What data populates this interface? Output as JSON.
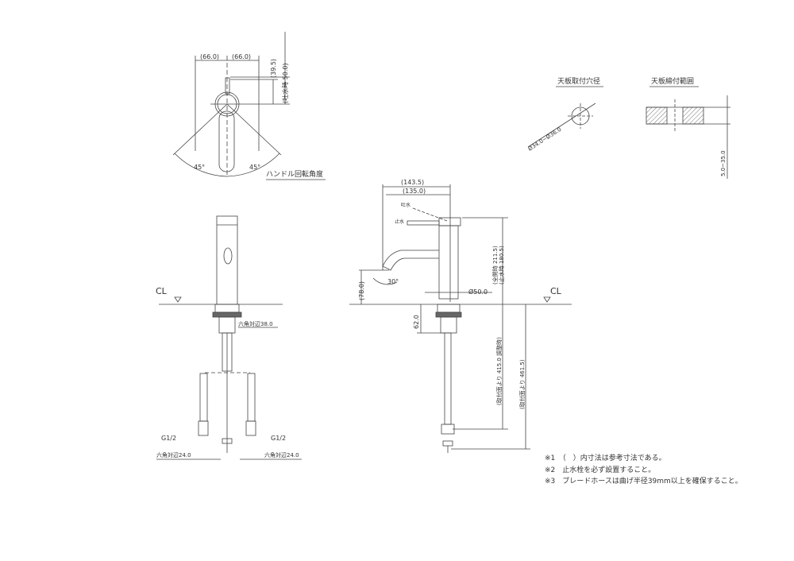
{
  "top_view": {
    "dim_left": "(66.0)",
    "dim_right": "(66.0)",
    "dim_v1": "(39.5)",
    "dim_v2": "(吐水時 50.0)",
    "angle_left": "45°",
    "angle_right": "45°",
    "caption": "ハンドル回転角度"
  },
  "front_view": {
    "cl_label": "CL",
    "hex_38": "六角対辺38.0",
    "g_left": "G1/2",
    "g_right": "G1/2",
    "hex_24_left": "六角対辺24.0",
    "hex_24_right": "六角対辺24.0"
  },
  "side_view": {
    "dim_143": "(143.5)",
    "dim_135": "(135.0)",
    "label_spout": "吐水",
    "label_stop": "止水",
    "dim_78": "(78.0)",
    "angle_30": "30°",
    "dim_211": "(全開時 211.5)",
    "dim_180": "(止水時 180.5)",
    "dia_50": "Ø50.0",
    "cl_label": "CL",
    "dim_62": "62.0",
    "dim_415": "(取付面より 415.0 調整時)",
    "dim_461": "(取付面より 461.5)"
  },
  "hole_detail": {
    "title": "天板取付穴径",
    "dim": "Ø34.0~Ø36.0"
  },
  "thickness_detail": {
    "title": "天板締付範囲",
    "dim": "5.0~35.0"
  },
  "notes": [
    "※1　（　）内寸法は参考寸法である。",
    "※2　止水栓を必ず設置すること。",
    "※3　ブレードホースは曲げ半径39mm以上を確保すること。"
  ]
}
